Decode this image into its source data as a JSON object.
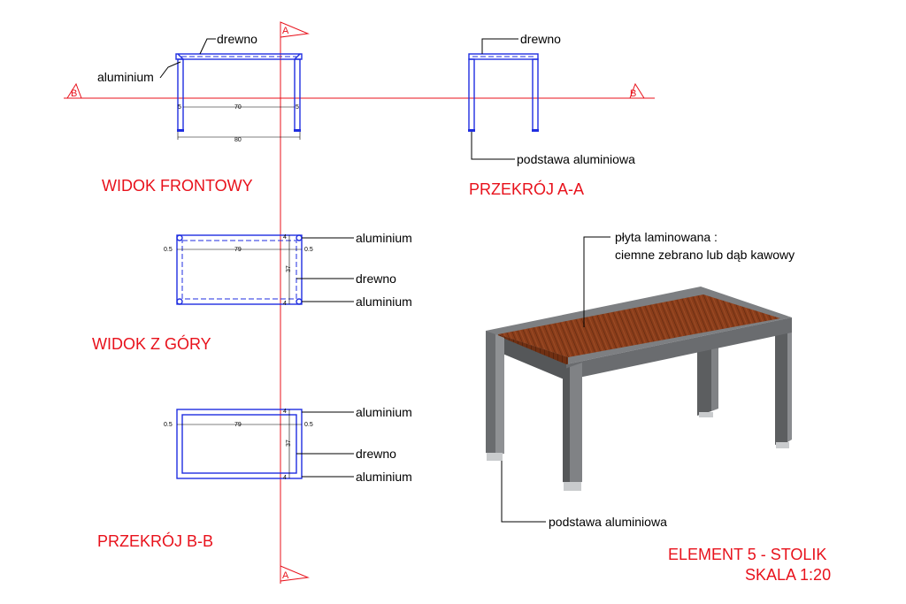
{
  "labels": {
    "drewno": "drewno",
    "aluminium": "aluminium",
    "podstawa": "podstawa aluminiowa",
    "plyta_line1": "płyta laminowana :",
    "plyta_line2": "ciemne zebrano lub dąb kawowy"
  },
  "titles": {
    "front": "WIDOK FRONTOWY",
    "section_aa": "PRZEKRÓJ A-A",
    "top": "WIDOK Z GÓRY",
    "section_bb": "PRZEKRÓJ B-B",
    "element": "ELEMENT 5 - STOLIK",
    "scale": "SKALA 1:20"
  },
  "section_marks": {
    "a": "A",
    "b": "B"
  },
  "dimensions": {
    "front_leg": "5",
    "front_inner": "70",
    "front_overall": "80",
    "top_edge": "0.5",
    "top_inner": "79",
    "top_depth": "37",
    "top_frame": "4"
  },
  "colors": {
    "annotation": "#e8111b",
    "drawing_lines": "#1f2ee0",
    "wood": "#8a3d1a",
    "metal": "#6e7073"
  }
}
